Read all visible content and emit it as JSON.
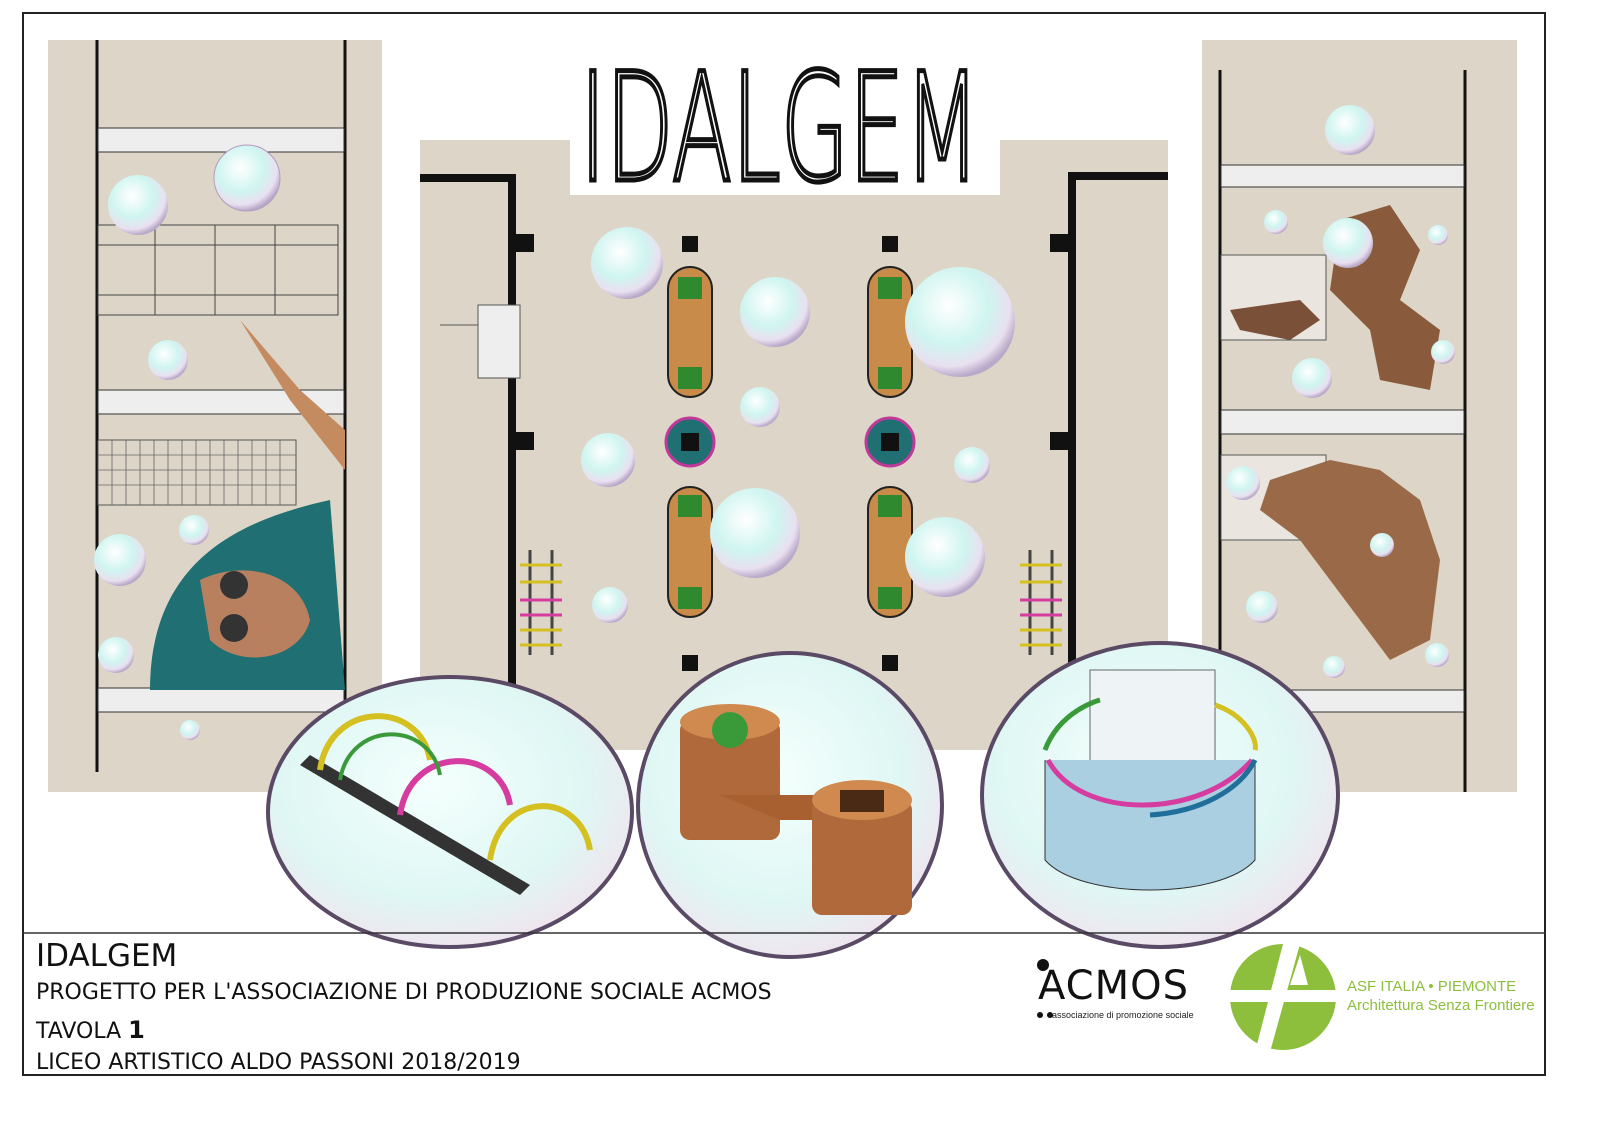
{
  "poster": {
    "title_art": "IDALGEM",
    "footer": {
      "title": "IDALGEM",
      "subtitle": "PROGETTO PER L'ASSOCIAZIONE DI PRODUZIONE SOCIALE ACMOS",
      "sheet_label": "TAVOLA",
      "sheet_number": "1",
      "school": "LICEO ARTISTICO ALDO PASSONI",
      "year": "2018/2019"
    },
    "logos": {
      "acmos_name": "ACMOS",
      "acmos_tagline": "associazione di promozione sociale",
      "asf_line1": "ASF ITALIA • PIEMONTE",
      "asf_line2": "Architettura Senza Frontiere"
    },
    "colors": {
      "beige": "#ddd6c8",
      "bubble": "#c9f3ee",
      "green_logo": "#8dbf3c",
      "wood": "#c98b4a",
      "teal": "#1f6f73"
    }
  }
}
